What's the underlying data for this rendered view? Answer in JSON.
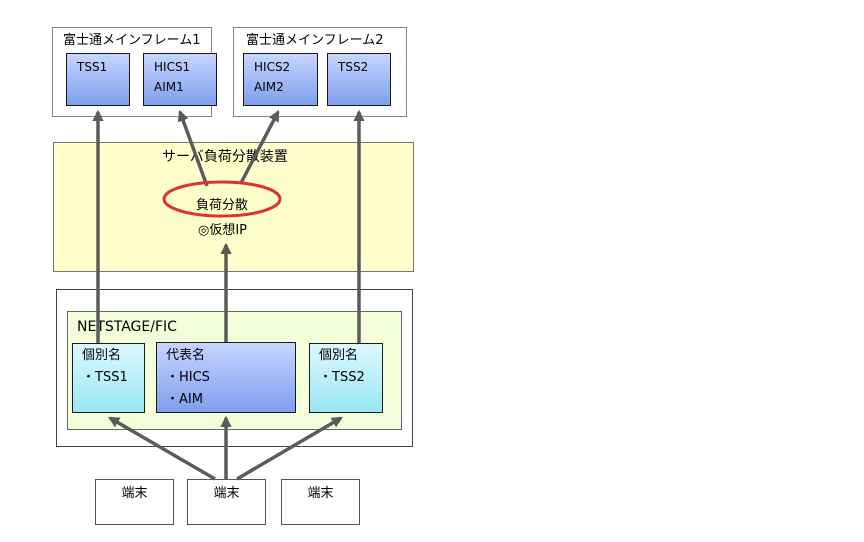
{
  "mainframe1": {
    "title": "富士通メインフレーム1",
    "tss": "TSS1",
    "hics_lines": [
      "HICS1",
      "AIM1"
    ]
  },
  "mainframe2": {
    "title": "富士通メインフレーム2",
    "hics_lines": [
      "HICS2",
      "AIM2"
    ],
    "tss": "TSS2"
  },
  "load_balancer": {
    "title": "サーバ負荷分散装置",
    "balance_label": "負荷分散",
    "virtual_ip_label": "◎仮想IP"
  },
  "netstage": {
    "title": "NETSTAGE/FIC",
    "left": {
      "heading": "個別名",
      "item": "・TSS1"
    },
    "center": {
      "heading": "代表名",
      "items": [
        "・HICS",
        "・AIM"
      ]
    },
    "right": {
      "heading": "個別名",
      "item": "・TSS2"
    }
  },
  "terminals": [
    "端末",
    "端末",
    "端末"
  ],
  "colors": {
    "arrow": "#5b5b5b",
    "balance_ellipse": "#e03030",
    "lb_fill": "#ffffcc",
    "netstage_fill": "#f2ffd8"
  }
}
